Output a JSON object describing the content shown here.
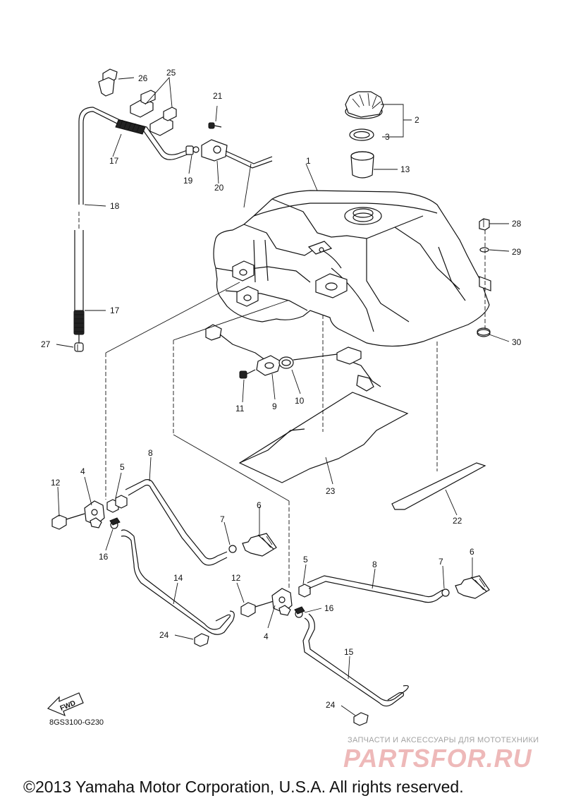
{
  "labels": {
    "l1": "1",
    "l2": "2",
    "l3": "3",
    "l4a": "4",
    "l4b": "4",
    "l5a": "5",
    "l5b": "5",
    "l6a": "6",
    "l6b": "6",
    "l7a": "7",
    "l7b": "7",
    "l8a": "8",
    "l8b": "8",
    "l9": "9",
    "l10": "10",
    "l11": "11",
    "l12a": "12",
    "l12b": "12",
    "l13": "13",
    "l14": "14",
    "l15": "15",
    "l16a": "16",
    "l16b": "16",
    "l17a": "17",
    "l17b": "17",
    "l18": "18",
    "l19": "19",
    "l20": "20",
    "l21": "21",
    "l22": "22",
    "l23": "23",
    "l24a": "24",
    "l24b": "24",
    "l25": "25",
    "l26": "26",
    "l27": "27",
    "l28": "28",
    "l29": "29",
    "l30": "30"
  },
  "fwd_label": "FWD",
  "diagram_code": "8GS3100-G230",
  "watermark": {
    "tagline": "ЗАПЧАСТИ И АКСЕССУАРЫ ДЛЯ МОТОТЕХНИКИ",
    "logo": "PARTSFOR.RU"
  },
  "copyright": "©2013 Yamaha Motor Corporation, U.S.A. All rights reserved."
}
